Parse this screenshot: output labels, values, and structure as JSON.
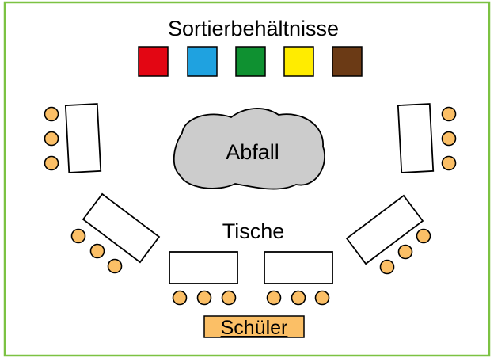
{
  "labels": {
    "bins_title": "Sortierbehältnisse",
    "trash": "Abfall",
    "tables": "Tische",
    "students": "Schüler"
  },
  "bins": [
    {
      "name": "bin-red",
      "color": "#e30613"
    },
    {
      "name": "bin-blue",
      "color": "#1fa2e0"
    },
    {
      "name": "bin-green",
      "color": "#0f9131"
    },
    {
      "name": "bin-yellow",
      "color": "#ffec00"
    },
    {
      "name": "bin-brown",
      "color": "#6b3a15"
    }
  ],
  "colors": {
    "frame": "#7cc242",
    "chair": "#fbbf66",
    "label_box": "#fbbf66",
    "trash_fill": "#cccccc"
  }
}
